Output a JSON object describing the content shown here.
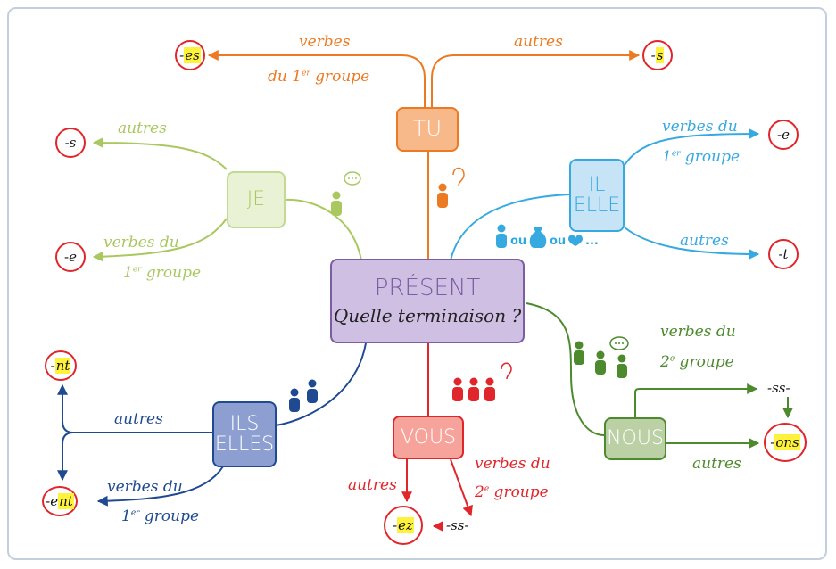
{
  "center": {
    "line1": "PRÉSENT",
    "line2": "Quelle terminaison ?"
  },
  "tu": {
    "label": "TU",
    "left_branch_line1": "verbes",
    "left_branch_line2_a": "du 1",
    "left_branch_line2_sup": "er",
    "left_branch_line2_b": " groupe",
    "right_branch": "autres",
    "end_left_prefix": "-",
    "end_left_hl": "es",
    "end_right_prefix": "-",
    "end_right_hl": "s"
  },
  "je": {
    "label": "JE",
    "top_branch": "autres",
    "bottom_branch_line1": "verbes du",
    "bottom_branch_line2_a": "1",
    "bottom_branch_line2_sup": "er",
    "bottom_branch_line2_b": " groupe",
    "end_top": "-s",
    "end_bottom": "-e"
  },
  "il": {
    "label_line1": "IL",
    "label_line2": "ELLE",
    "top_branch_line1": "verbes du",
    "top_branch_line2_a": "1",
    "top_branch_line2_sup": "er",
    "top_branch_line2_b": " groupe",
    "bottom_branch": "autres",
    "end_top": "-e",
    "end_bottom": "-t",
    "or_word_1": "ou",
    "or_word_2": "ou",
    "ellipsis": "..."
  },
  "ils": {
    "label_line1": "ILS",
    "label_line2": "ELLES",
    "top_branch": "autres",
    "bottom_branch_line1": "verbes du",
    "bottom_branch_line2_a": "1",
    "bottom_branch_line2_sup": "er",
    "bottom_branch_line2_b": " groupe",
    "end_top_prefix": "-",
    "end_top_hl": "nt",
    "end_bottom_prefix": "-e",
    "end_bottom_hl": "nt"
  },
  "vous": {
    "label": "VOUS",
    "left_branch": "autres",
    "right_branch_line1": "verbes du",
    "right_branch_line2_a": "2",
    "right_branch_line2_sup": "e",
    "right_branch_line2_b": " groupe",
    "end_prefix": "-",
    "end_hl": "ez",
    "infix": "-ss-"
  },
  "nous": {
    "label": "NOUS",
    "top_branch_line1": "verbes du",
    "top_branch_line2_a": "2",
    "top_branch_line2_sup": "e",
    "top_branch_line2_b": " groupe",
    "bottom_branch": "autres",
    "end_prefix": "-",
    "end_hl": "ons",
    "infix": "-ss-"
  },
  "colors": {
    "tu": "#ec7a22",
    "je": "#a9c960",
    "il": "#37a9e1",
    "ils": "#1f4a91",
    "vous": "#e0262b",
    "nous": "#4d8a2e",
    "center": "#7a5da3",
    "circle": "#e0262b",
    "highlight": "#fff23a"
  },
  "icons": [
    "person-icon",
    "speech-bubble-icon",
    "ear-icon",
    "vase-icon",
    "heart-icon"
  ]
}
